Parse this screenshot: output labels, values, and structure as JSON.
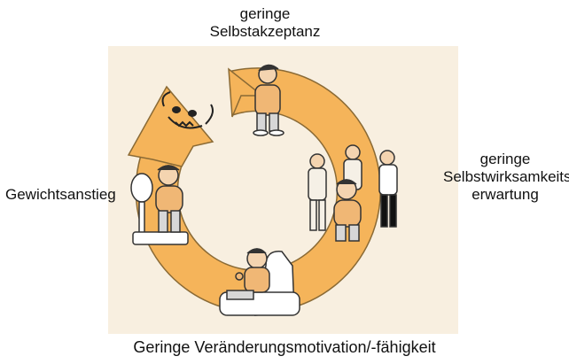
{
  "labels": {
    "top_line1": "geringe",
    "top_line2": "Selbstakzeptanz",
    "right_line1": "geringe",
    "right_line2": "Selbstwirksamkeits-",
    "right_line3": "erwartung",
    "left": "Gewichtsanstieg",
    "bottom": "Geringe Veränderungsmotivation/-fähigkeit"
  },
  "colors": {
    "arrow_fill": "#f5b45a",
    "arrow_stroke": "#7a5a2a",
    "panel_bg": "#f8efe0",
    "text": "#111111"
  },
  "icons": [
    "cartoon-person-standing-icon",
    "cartoon-group-of-people-icon",
    "cartoon-person-in-armchair-icon",
    "cartoon-person-on-scale-icon",
    "devil-face-icon"
  ]
}
